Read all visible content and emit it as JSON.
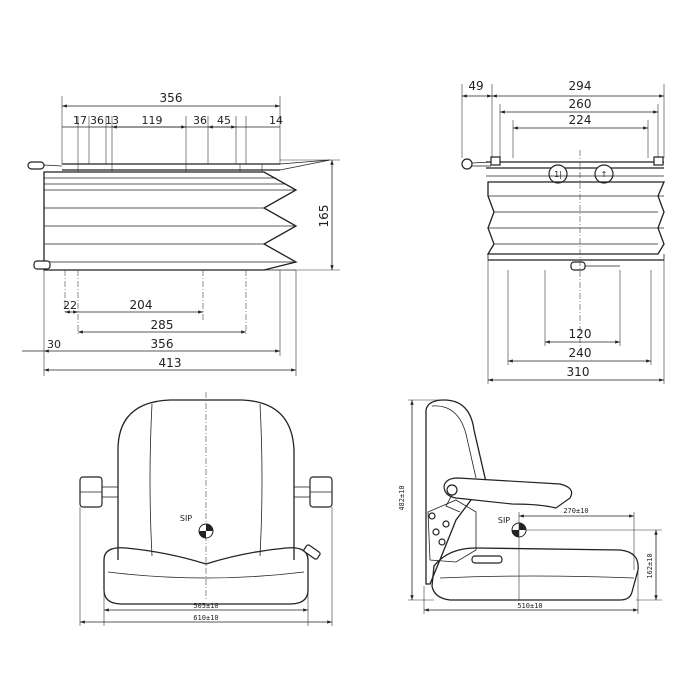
{
  "labels": {
    "sip_front": "SIP",
    "sip_side": "SIP"
  },
  "suspension_front": {
    "top": {
      "overall": "356",
      "d1": "17",
      "d2": "36",
      "d3": "13",
      "d4": "119",
      "d5": "36",
      "d6": "45",
      "d7": "14"
    },
    "height": "165",
    "bottom": {
      "d22": "22",
      "d204": "204",
      "d285": "285",
      "d30": "30",
      "d356": "356",
      "d413": "413"
    }
  },
  "suspension_side": {
    "top": {
      "d49": "49",
      "d294": "294",
      "d260": "260",
      "d224": "224"
    },
    "bottom": {
      "d120": "120",
      "d240": "240",
      "d310": "310"
    }
  },
  "seat_front": {
    "width_cushion": "505±10",
    "width_total": "610±10"
  },
  "seat_side": {
    "height": "482±10",
    "sip_horizontal": "270±10",
    "sip_vertical": "162±10",
    "depth": "510±10"
  }
}
